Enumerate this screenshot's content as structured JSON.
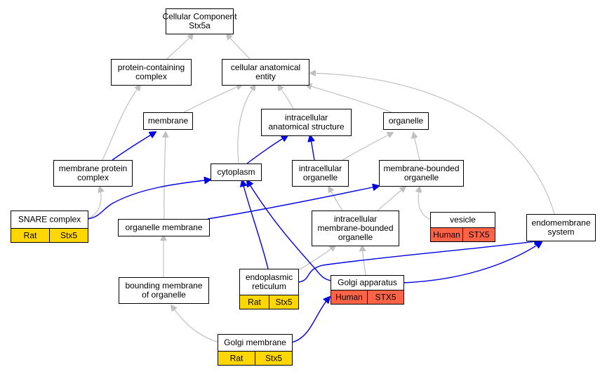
{
  "nodes": {
    "root": {
      "lines": [
        "Cellular Component",
        "Stx5a"
      ]
    },
    "protein_containing_complex": {
      "lines": [
        "protein-containing",
        "complex"
      ]
    },
    "cellular_anatomical_entity": {
      "lines": [
        "cellular anatomical",
        "entity"
      ]
    },
    "membrane": {
      "lines": [
        "membrane"
      ]
    },
    "intracellular_anatomical_structure": {
      "lines": [
        "intracellular",
        "anatomical structure"
      ]
    },
    "organelle": {
      "lines": [
        "organelle"
      ]
    },
    "membrane_protein_complex": {
      "lines": [
        "membrane protein",
        "complex"
      ]
    },
    "cytoplasm": {
      "lines": [
        "cytoplasm"
      ]
    },
    "intracellular_organelle": {
      "lines": [
        "intracellular",
        "organelle"
      ]
    },
    "membrane_bounded_organelle": {
      "lines": [
        "membrane-bounded",
        "organelle"
      ]
    },
    "snare_complex": {
      "lines": [
        "SNARE complex"
      ],
      "tags": [
        "Rat",
        "Stx5"
      ]
    },
    "organelle_membrane": {
      "lines": [
        "organelle membrane"
      ]
    },
    "intracellular_membrane_bounded_organelle": {
      "lines": [
        "intracellular",
        "membrane-bounded",
        "organelle"
      ]
    },
    "vesicle": {
      "lines": [
        "vesicle"
      ],
      "tags": [
        "Human",
        "STX5"
      ]
    },
    "endomembrane_system": {
      "lines": [
        "endomembrane",
        "system"
      ]
    },
    "endoplasmic_reticulum": {
      "lines": [
        "endoplasmic",
        "reticulum"
      ],
      "tags": [
        "Rat",
        "Stx5"
      ]
    },
    "golgi_apparatus": {
      "lines": [
        "Golgi apparatus"
      ],
      "tags": [
        "Human",
        "STX5"
      ]
    },
    "bounding_membrane_of_organelle": {
      "lines": [
        "bounding membrane",
        "of organelle"
      ]
    },
    "golgi_membrane": {
      "lines": [
        "Golgi membrane"
      ],
      "tags": [
        "Rat",
        "Stx5"
      ]
    }
  },
  "colors": {
    "rat_tag": "#ffd700",
    "human_tag": "#ff6347",
    "gray_edge": "#c0c0c0",
    "blue_edge": "#0000e6"
  }
}
